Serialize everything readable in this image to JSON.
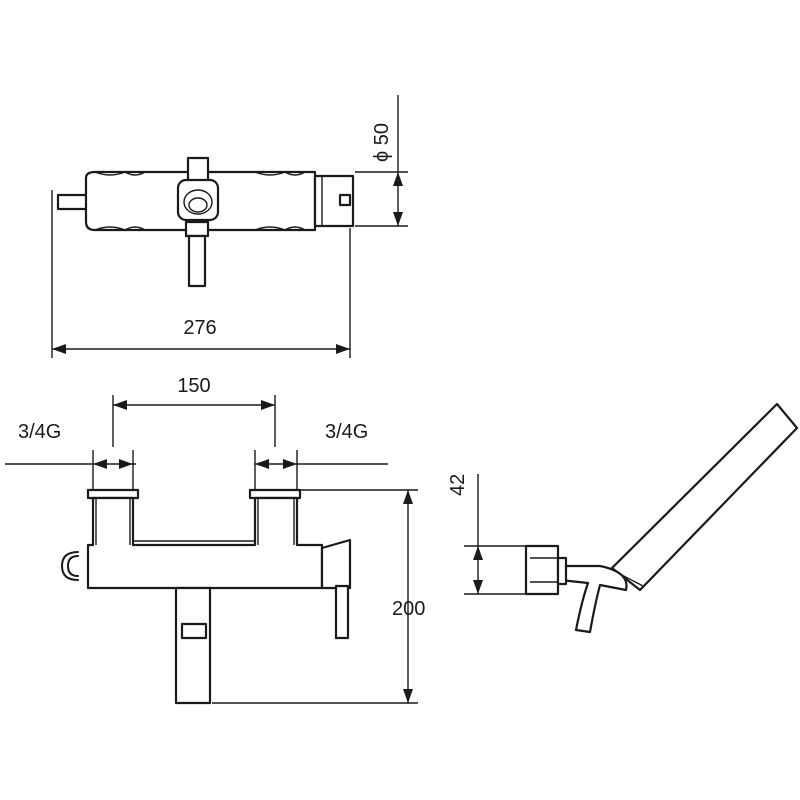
{
  "dimensions": {
    "diameter": "ϕ 50",
    "overall_width": "276",
    "centers": "150",
    "left_thread": "3/4G",
    "right_thread": "3/4G",
    "height": "200",
    "bracket_height": "42"
  }
}
